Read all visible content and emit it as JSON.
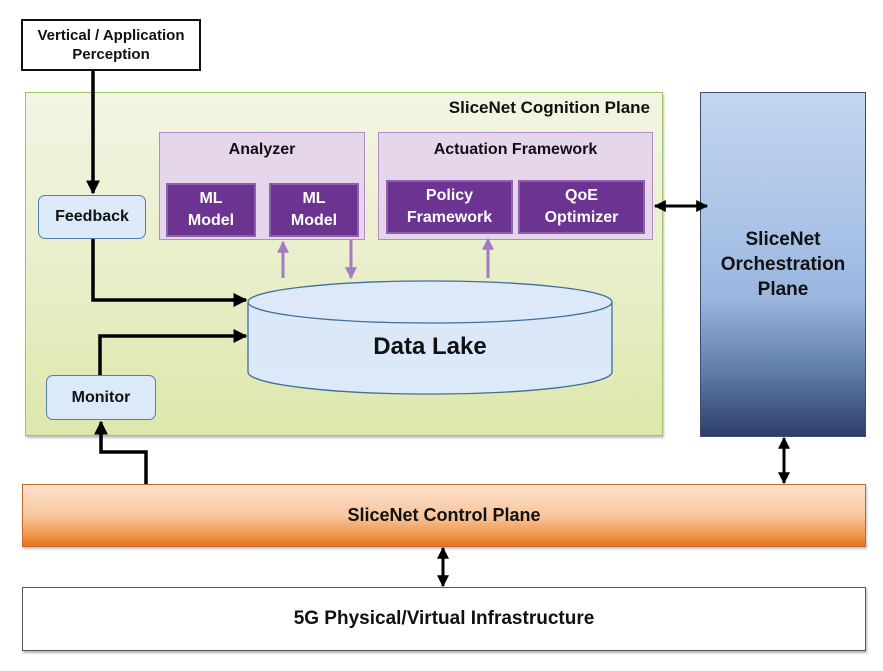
{
  "diagram": {
    "vertical_application": "Vertical / Application Perception",
    "cognition_plane": {
      "title": "SliceNet Cognition Plane",
      "analyzer": {
        "title": "Analyzer",
        "models": [
          "ML Model",
          "ML Model"
        ]
      },
      "actuation_framework": {
        "title": "Actuation Framework",
        "components": [
          "Policy Framework",
          "QoE Optimizer"
        ]
      },
      "feedback": "Feedback",
      "monitor": "Monitor",
      "data_lake": "Data Lake"
    },
    "orchestration_plane": "SliceNet Orchestration Plane",
    "control_plane": "SliceNet Control Plane",
    "infrastructure": "5G Physical/Virtual Infrastructure"
  },
  "colors": {
    "cognition_fill": "#e8eec8",
    "purple_box": "#6c3490",
    "light_purple": "#e6d6ec",
    "pill_blue": "#dce9f8",
    "orchestration_blue": "#9ab6df",
    "control_orange": "#f0994f",
    "arrow_black": "#000000",
    "arrow_purple": "#a47bc0"
  },
  "connections": [
    {
      "from": "Vertical / Application Perception",
      "to": "Feedback",
      "style": "black-arrow"
    },
    {
      "from": "Feedback",
      "to": "Data Lake",
      "style": "black-arrow"
    },
    {
      "from": "Monitor",
      "to": "Data Lake",
      "style": "black-arrow"
    },
    {
      "from": "SliceNet Control Plane",
      "to": "Monitor",
      "style": "black-arrow"
    },
    {
      "from": "Data Lake",
      "to": "ML Model",
      "style": "purple-arrow"
    },
    {
      "from": "ML Model",
      "to": "Data Lake",
      "style": "purple-arrow"
    },
    {
      "from": "Data Lake",
      "to": "Policy Framework",
      "style": "purple-arrow"
    },
    {
      "from": "Actuation Framework",
      "to": "SliceNet Orchestration Plane",
      "style": "double-arrow"
    },
    {
      "from": "SliceNet Orchestration Plane",
      "to": "SliceNet Control Plane",
      "style": "double-arrow"
    },
    {
      "from": "SliceNet Control Plane",
      "to": "5G Physical/Virtual Infrastructure",
      "style": "double-arrow"
    }
  ]
}
